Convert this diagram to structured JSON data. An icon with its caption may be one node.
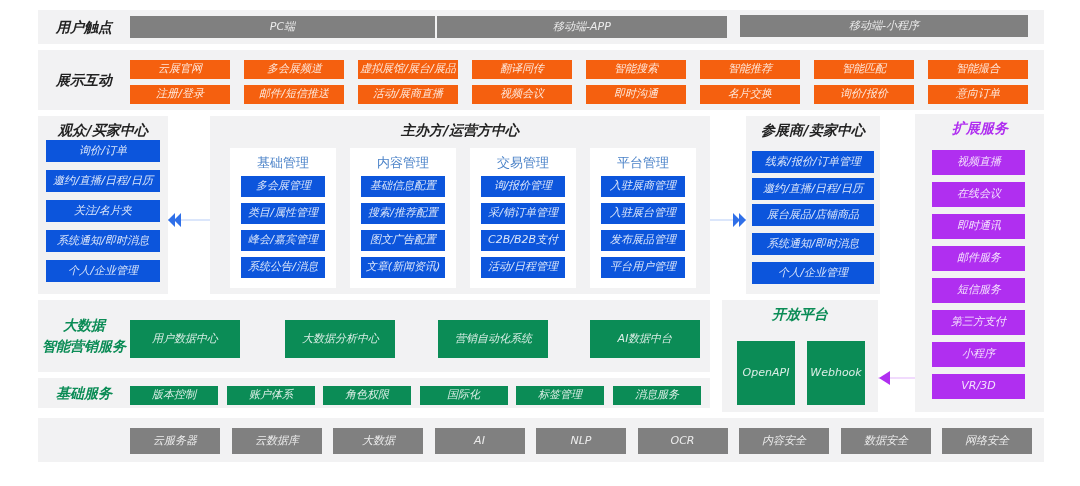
{
  "diagram": {
    "nodes": [
      {
        "text": [
          "用户触点"
        ]
      },
      {
        "text": [
          "PC端"
        ],
        "in": 0
      },
      {
        "text": [
          "移动端-APP"
        ],
        "in": 0
      },
      {
        "text": [
          "移动端-小程序"
        ],
        "in": 0
      },
      {
        "text": [
          "展示互动"
        ]
      },
      {
        "text": [
          "云展官网"
        ],
        "in": 4
      },
      {
        "text": [
          "多会展频道"
        ],
        "in": 4
      },
      {
        "text": [
          "虚拟展馆/展台/展品"
        ],
        "in": 4
      },
      {
        "text": [
          "翻译同传"
        ],
        "in": 4
      },
      {
        "text": [
          "智能搜索"
        ],
        "in": 4
      },
      {
        "text": [
          "智能推荐"
        ],
        "in": 4
      },
      {
        "text": [
          "智能匹配"
        ],
        "in": 4
      },
      {
        "text": [
          "智能撮合"
        ],
        "in": 4
      },
      {
        "text": [
          "注册/登录"
        ],
        "in": 4
      },
      {
        "text": [
          "邮件/短信推送"
        ],
        "in": 4
      },
      {
        "text": [
          "活动/展商直播"
        ],
        "in": 4
      },
      {
        "text": [
          "视频会议"
        ],
        "in": 4
      },
      {
        "text": [
          "即时沟通"
        ],
        "in": 4
      },
      {
        "text": [
          "名片交换"
        ],
        "in": 4
      },
      {
        "text": [
          "询价/报价"
        ],
        "in": 4
      },
      {
        "text": [
          "意向订单"
        ],
        "in": 4
      },
      {
        "text": [
          "观众/买家中心"
        ]
      },
      {
        "text": [
          "询价/订单"
        ],
        "in": 21
      },
      {
        "text": [
          "邀约/直播/日程/日历"
        ],
        "in": 21
      },
      {
        "text": [
          "关注/名片夹"
        ],
        "in": 21
      },
      {
        "text": [
          "系统通知/即时消息"
        ],
        "in": 21
      },
      {
        "text": [
          "个人/企业管理"
        ],
        "in": 21
      },
      {
        "text": [
          "主办方/运营方中心"
        ]
      },
      {
        "text": [
          "基础管理"
        ],
        "in": 27
      },
      {
        "text": [
          "多会展管理"
        ],
        "in": 28
      },
      {
        "text": [
          "类目/属性管理"
        ],
        "in": 28
      },
      {
        "text": [
          "峰会/嘉宾管理"
        ],
        "in": 28
      },
      {
        "text": [
          "系统公告/消息"
        ],
        "in": 28
      },
      {
        "text": [
          "内容管理"
        ],
        "in": 27
      },
      {
        "text": [
          "基础信息配置"
        ],
        "in": 33
      },
      {
        "text": [
          "搜索/推荐配置"
        ],
        "in": 33
      },
      {
        "text": [
          "图文广告配置"
        ],
        "in": 33
      },
      {
        "text": [
          "文章(新闻资讯)"
        ],
        "in": 33
      },
      {
        "text": [
          "交易管理"
        ],
        "in": 27
      },
      {
        "text": [
          "询/报价管理"
        ],
        "in": 38
      },
      {
        "text": [
          "采/销订单管理"
        ],
        "in": 38
      },
      {
        "text": [
          "C2B/B2B支付"
        ],
        "in": 38
      },
      {
        "text": [
          "活动/日程管理"
        ],
        "in": 38
      },
      {
        "text": [
          "平台管理"
        ],
        "in": 27
      },
      {
        "text": [
          "入驻展商管理"
        ],
        "in": 43
      },
      {
        "text": [
          "入驻展台管理"
        ],
        "in": 43
      },
      {
        "text": [
          "发布展品管理"
        ],
        "in": 43
      },
      {
        "text": [
          "平台用户管理"
        ],
        "in": 43
      },
      {
        "text": [
          "参展商/卖家中心"
        ]
      },
      {
        "text": [
          "线索/报价/订单管理"
        ],
        "in": 48
      },
      {
        "text": [
          "邀约/直播/日程/日历"
        ],
        "in": 48
      },
      {
        "text": [
          "展台展品/店铺商品"
        ],
        "in": 48
      },
      {
        "text": [
          "系统通知/即时消息"
        ],
        "in": 48
      },
      {
        "text": [
          "个人/企业管理"
        ],
        "in": 48
      },
      {
        "text": [
          "扩展服务"
        ]
      },
      {
        "text": [
          "视频直播"
        ],
        "in": 54
      },
      {
        "text": [
          "在线会议"
        ],
        "in": 54
      },
      {
        "text": [
          "即时通讯"
        ],
        "in": 54
      },
      {
        "text": [
          "邮件服务"
        ],
        "in": 54
      },
      {
        "text": [
          "短信服务"
        ],
        "in": 54
      },
      {
        "text": [
          "第三方支付"
        ],
        "in": 54
      },
      {
        "text": [
          "小程序"
        ],
        "in": 54
      },
      {
        "text": [
          "VR/3D"
        ],
        "in": 54
      },
      {
        "text": [
          "大数据",
          "智能营销服务"
        ]
      },
      {
        "text": [
          "用户数据中心"
        ],
        "in": 63
      },
      {
        "text": [
          "大数据分析中心"
        ],
        "in": 63
      },
      {
        "text": [
          "营销自动化系统"
        ],
        "in": 63
      },
      {
        "text": [
          "AI数据中台"
        ],
        "in": 63
      },
      {
        "text": [
          "基础服务"
        ]
      },
      {
        "text": [
          "版本控制"
        ],
        "in": 68
      },
      {
        "text": [
          "账户体系"
        ],
        "in": 68
      },
      {
        "text": [
          "角色权限"
        ],
        "in": 68
      },
      {
        "text": [
          "国际化"
        ],
        "in": 68
      },
      {
        "text": [
          "标签管理"
        ],
        "in": 68
      },
      {
        "text": [
          "消息服务"
        ],
        "in": 68
      },
      {
        "text": [
          "开放平台"
        ]
      },
      {
        "text": [
          "OpenAPI"
        ],
        "in": 75
      },
      {
        "text": [
          "Webhook"
        ],
        "in": 75
      },
      {
        "text": [],
        "shape": "box"
      },
      {
        "text": [
          "云服务器"
        ],
        "in": 78
      },
      {
        "text": [
          "云数据库"
        ],
        "in": 78
      },
      {
        "text": [
          "大数据"
        ],
        "in": 78
      },
      {
        "text": [
          "AI"
        ],
        "in": 78
      },
      {
        "text": [
          "NLP"
        ],
        "in": 78
      },
      {
        "text": [
          "OCR"
        ],
        "in": 78
      },
      {
        "text": [
          "内容安全"
        ],
        "in": 78
      },
      {
        "text": [
          "数据安全"
        ],
        "in": 78
      },
      {
        "text": [
          "网络安全"
        ],
        "in": 78
      }
    ],
    "edges": [
      {
        "from": 27,
        "to": 21,
        "arrow": "to"
      },
      {
        "from": 27,
        "to": 48,
        "arrow": "to"
      },
      {
        "from": 54,
        "to": 75,
        "arrow": "to",
        "color": "#b02ff0"
      }
    ]
  }
}
